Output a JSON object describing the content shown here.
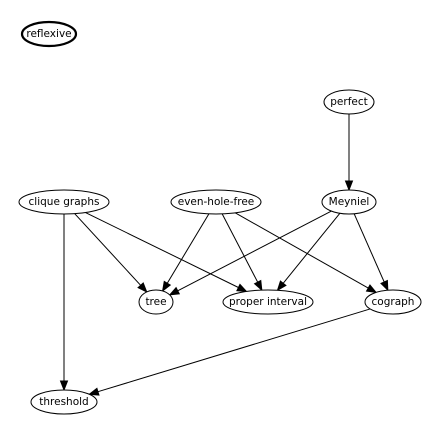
{
  "graph": {
    "nodes": [
      {
        "id": "reflexive",
        "label": "reflexive",
        "style": "bold"
      },
      {
        "id": "perfect",
        "label": "perfect",
        "style": "normal"
      },
      {
        "id": "clique_graphs",
        "label": "clique graphs",
        "style": "normal"
      },
      {
        "id": "even_hole_free",
        "label": "even-hole-free",
        "style": "normal"
      },
      {
        "id": "meyniel",
        "label": "Meyniel",
        "style": "normal"
      },
      {
        "id": "tree",
        "label": "tree",
        "style": "normal"
      },
      {
        "id": "proper_interval",
        "label": "proper interval",
        "style": "normal"
      },
      {
        "id": "cograph",
        "label": "cograph",
        "style": "normal"
      },
      {
        "id": "threshold",
        "label": "threshold",
        "style": "normal"
      }
    ],
    "edges": [
      {
        "from": "perfect",
        "to": "meyniel"
      },
      {
        "from": "clique_graphs",
        "to": "tree"
      },
      {
        "from": "clique_graphs",
        "to": "proper_interval"
      },
      {
        "from": "clique_graphs",
        "to": "threshold"
      },
      {
        "from": "even_hole_free",
        "to": "tree"
      },
      {
        "from": "even_hole_free",
        "to": "proper_interval"
      },
      {
        "from": "even_hole_free",
        "to": "cograph"
      },
      {
        "from": "meyniel",
        "to": "tree"
      },
      {
        "from": "meyniel",
        "to": "proper_interval"
      },
      {
        "from": "meyniel",
        "to": "cograph"
      },
      {
        "from": "cograph",
        "to": "threshold"
      }
    ]
  }
}
